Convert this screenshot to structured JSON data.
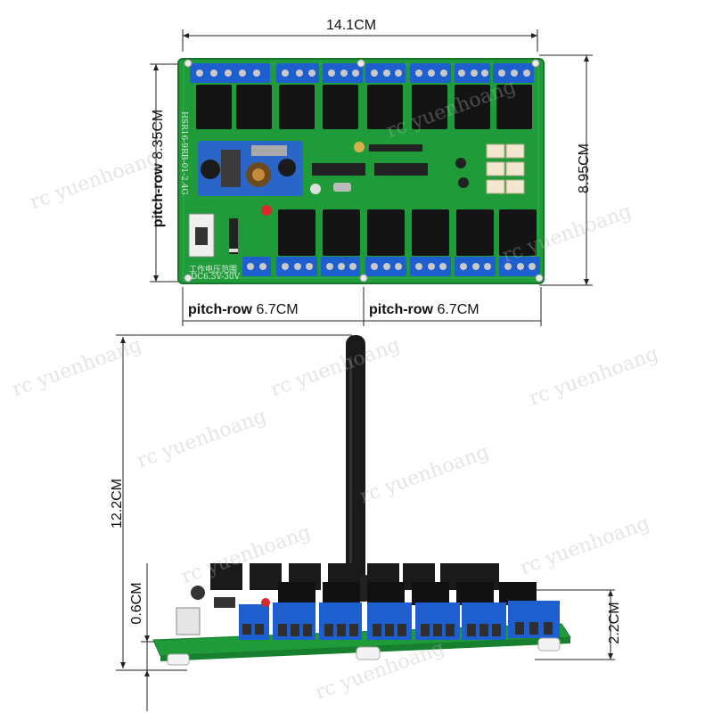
{
  "top": {
    "width_label": "14.1CM",
    "height_left_prefix": "pitch-row",
    "height_left_value": "8.35CM",
    "height_right_label": "8.95CM",
    "bottom_left_prefix": "pitch-row",
    "bottom_left_value": "6.7CM",
    "bottom_right_prefix": "pitch-row",
    "bottom_right_value": "6.7CM",
    "silkscreen_label": "DC6.5V-30V",
    "silkscreen_line2": "工作电压范围",
    "model_text": "HSR16-9RB-01-2.4G"
  },
  "side": {
    "total_height_label": "12.2CM",
    "standoff_label": "0.6CM",
    "board_height_label": "2.2CM"
  },
  "watermark": "rc yuenhoang",
  "colors": {
    "pcb": "#1f9b3a",
    "pcb_dark": "#17802f",
    "terminal": "#1e5fd0",
    "relay": "#141414"
  }
}
